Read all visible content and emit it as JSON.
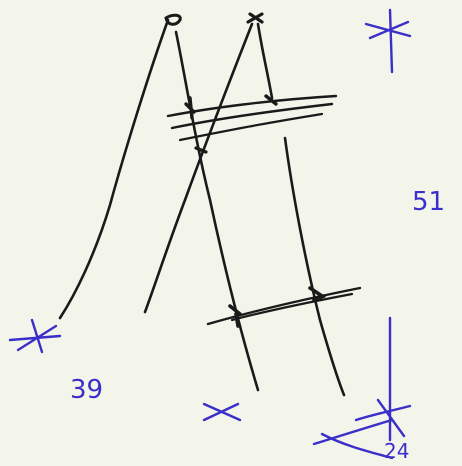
{
  "labels": {
    "top_right": "51",
    "bottom_left": "39",
    "bottom_right": "24"
  },
  "colors": {
    "paper": "#f3f4ea",
    "black_ink": "#1a1a1a",
    "blue_ink": "#3b2fc9"
  }
}
